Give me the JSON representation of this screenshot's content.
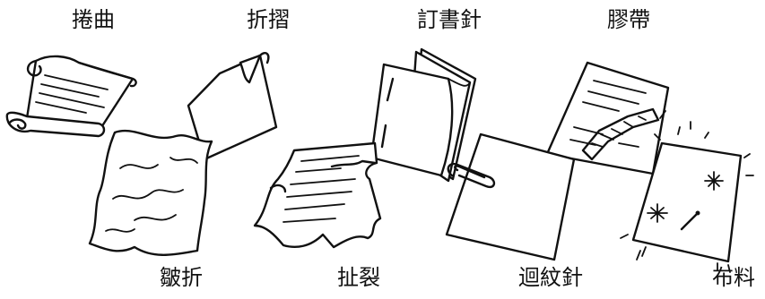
{
  "labels": {
    "curled": "捲曲",
    "folded": "折摺",
    "staples": "訂書針",
    "tape": "膠帶",
    "wrinkled": "皺折",
    "torn": "扯裂",
    "paper_clip": "迴紋針",
    "fabric": "布料"
  },
  "ink_color": "#111111"
}
